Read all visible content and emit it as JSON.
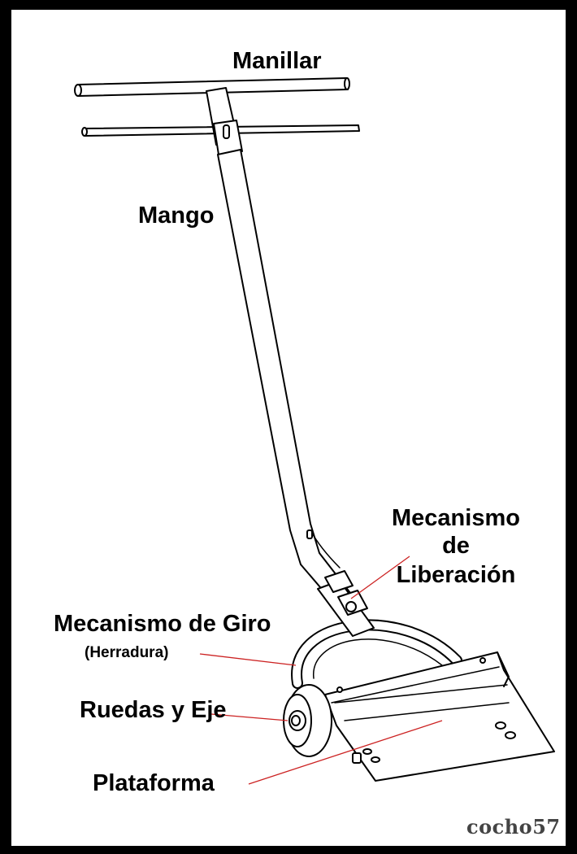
{
  "labels": {
    "manillar": "Manillar",
    "mango": "Mango",
    "liberacion_l1": "Mecanismo",
    "liberacion_l2": "de",
    "liberacion_l3": "Liberación",
    "giro": "Mecanismo de Giro",
    "herradura": "(Herradura)",
    "ruedas": "Ruedas y Eje",
    "plataforma": "Plataforma"
  },
  "watermark": "cocho57",
  "colors": {
    "frame": "#000000",
    "background": "#ffffff",
    "line": "#000000",
    "leader": "#cc2222",
    "watermark": "#444444"
  }
}
